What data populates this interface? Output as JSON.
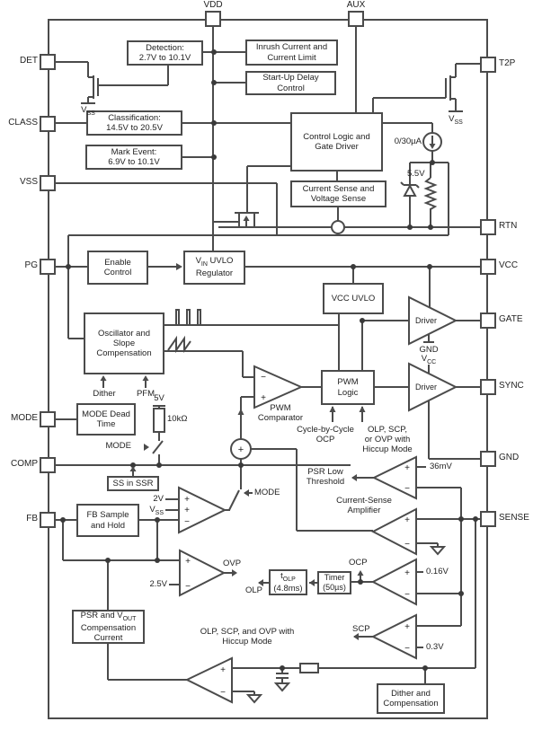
{
  "pins": {
    "top": [
      {
        "label": "VDD"
      },
      {
        "label": "AUX"
      }
    ],
    "left": [
      {
        "label": "DET"
      },
      {
        "label": "CLASS"
      },
      {
        "label": "VSS"
      },
      {
        "label": "PG"
      },
      {
        "label": "MODE"
      },
      {
        "label": "COMP"
      },
      {
        "label": "FB"
      }
    ],
    "right": [
      {
        "label": "T2P"
      },
      {
        "label": "RTN"
      },
      {
        "label": "VCC"
      },
      {
        "label": "GATE"
      },
      {
        "label": "SYNC"
      },
      {
        "label": "GND"
      },
      {
        "label": "SENSE"
      }
    ]
  },
  "blocks": {
    "detection": "Detection:\n2.7V to 10.1V",
    "inrush": "Inrush Current and\nCurrent Limit",
    "startup": "Start-Up Delay\nControl",
    "classification": "Classification:\n14.5V to 20.5V",
    "mark_event": "Mark Event:\n6.9V to 10.1V",
    "control_logic": "Control Logic and\nGate Driver",
    "current_voltage_sense": "Current Sense and\nVoltage Sense",
    "enable_control": "Enable\nControl",
    "vin_uvlo": {
      "p1": "V",
      "s1": "IN",
      "p2": " UVLO\nRegulator"
    },
    "vcc_uvlo": "VCC UVLO",
    "oscillator": "Oscillator and\nSlope\nCompensation",
    "mode_dead_time": "MODE Dead\nTime",
    "pwm_logic": "PWM\nLogic",
    "ss_in_ssr": "SS in SSR",
    "fb_sample_hold": "FB Sample\nand Hold",
    "psr_vout": {
      "p1": "PSR and V",
      "s1": "OUT",
      "p2": "\nCompensation\nCurrent"
    },
    "tolp": {
      "p1": "t",
      "s1": "OLP",
      "p2": "\n(4.8ms)"
    },
    "timer": "Timer\n(50µs)",
    "dither_comp": "Dither and\nCompensation"
  },
  "labels": {
    "driver": "Driver",
    "pwm_comparator": "PWM\nComparator",
    "cycle_ocp": "Cycle-by-Cycle\nOCP",
    "olp_scp_ovp": "OLP, SCP,\nor OVP with\nHiccup Mode",
    "psr_low": "PSR Low\nThreshold",
    "current_sense_amp": "Current-Sense\nAmplifier",
    "hiccup": "OLP, SCP, and OVP with\nHiccup Mode",
    "dither": "Dither",
    "pfm": "PFM",
    "v5": "5V",
    "r10k": "10kΩ",
    "mode": "MODE",
    "v2": "2V",
    "v2_5": "2.5V",
    "v5_5": "5.5V",
    "i_source": "0/30µA",
    "mv36": "36mV",
    "v0_16": "0.16V",
    "v0_3": "0.3V",
    "ovp": "OVP",
    "olp": "OLP",
    "ocp": "OCP",
    "scp": "SCP",
    "gnd": "GND",
    "vss": {
      "p1": "V",
      "s1": "SS"
    },
    "vcc_sub": {
      "p1": "V",
      "s1": "CC"
    }
  },
  "signs": {
    "plus": "+",
    "minus": "−"
  }
}
